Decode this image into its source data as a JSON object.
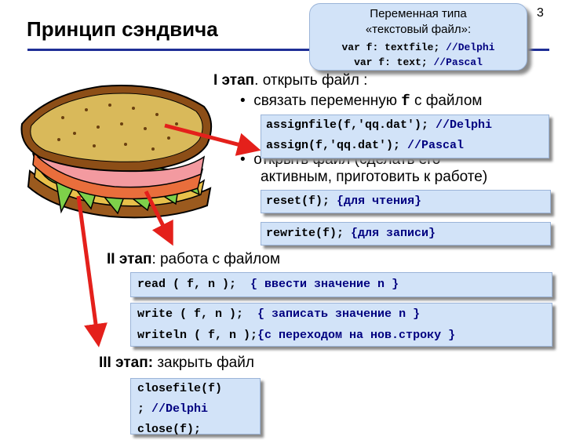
{
  "slide": {
    "title": "Принцип сэндвича",
    "number": "3"
  },
  "callout": {
    "line1": "Переменная типа",
    "line2": "«текстовый файл»:",
    "code1_code": "var f: textfile;",
    "code1_comment": " //Delphi",
    "code2_code": "var f: text;",
    "code2_comment": " //Pascal"
  },
  "stage1": {
    "label_bold": "I этап",
    "label_rest": ". открыть файл :",
    "bullet1_pre": "связать переменную ",
    "bullet1_var": "f",
    "bullet1_post": " с файлом",
    "assign1_code": "assignfile(f,'qq.dat');",
    "assign1_comment": " //Delphi",
    "assign2_code": "assign(f,'qq.dat');",
    "assign2_comment": " //Pascal",
    "bullet2_line1": "открыть файл (сделать его",
    "bullet2_line2": "активным, приготовить к работе)",
    "reset_code": "reset(f);",
    "reset_comment": " {для чтения}",
    "rewrite_code": "rewrite(f);",
    "rewrite_comment": " {для записи}"
  },
  "stage2": {
    "label_bold": "II этап",
    "label_rest": ": работа с файлом",
    "read_code": "read ( f, n );",
    "read_comment": "  { ввести значение n }",
    "write_code": "write ( f, n );",
    "write_comment": "  { записать значение n }",
    "writeln_code": "writeln ( f, n );",
    "writeln_comment": "{с переходом на нов.строку }"
  },
  "stage3": {
    "label_bold": "III этап:",
    "label_rest": " закрыть файл",
    "close_code": "closefile(f)",
    "close_line2_code": ";",
    "close_line2_comment": " //Delphi",
    "close_line3_code": "close(f);"
  },
  "colors": {
    "accent_rule": "#1f2f96",
    "code_bg": "#d2e3f8",
    "comment": "#000080",
    "arrow": "#e4201b"
  }
}
